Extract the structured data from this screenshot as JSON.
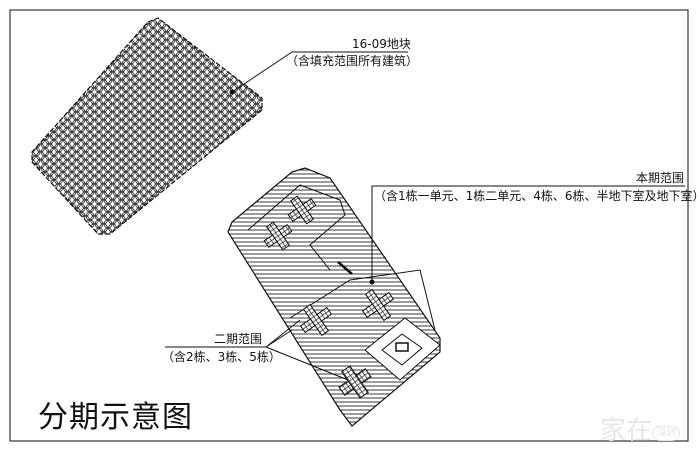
{
  "title": "分期示意图",
  "labels": {
    "parcel": {
      "line1": "16-09地块",
      "line2": "（含填充范围所有建筑）"
    },
    "phase_current": {
      "line1": "本期范围",
      "line2": "（含1栋一单元、1栋二单元、4栋、6栋、半地下室及地下室）"
    },
    "phase_two": {
      "line1": "二期范围",
      "line2": "（含2栋、3栋、5栋）"
    }
  },
  "watermark": {
    "main": "家在",
    "badge": "深圳"
  }
}
